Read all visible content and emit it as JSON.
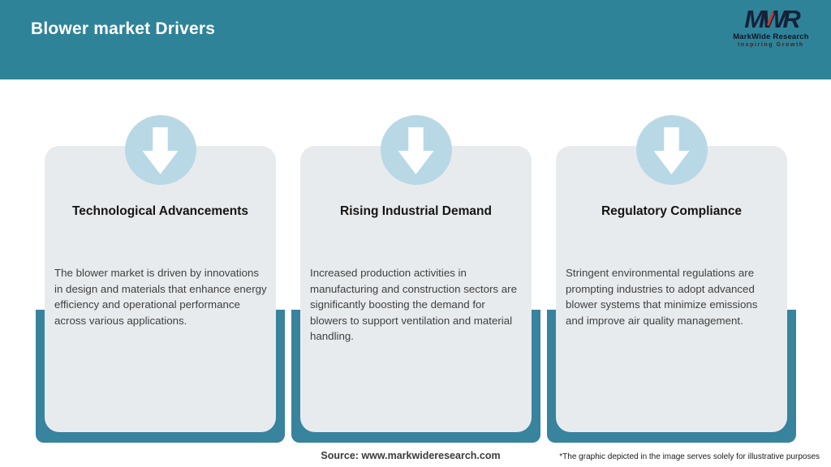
{
  "header": {
    "title": "Blower market Drivers"
  },
  "logo": {
    "monogram": "MWR",
    "name": "MarkWide Research",
    "tagline": "Inspiring Growth"
  },
  "cards": [
    {
      "title": "Technological Advancements",
      "body": "The blower market is driven by innovations in design and materials that enhance energy efficiency and operational performance across various applications."
    },
    {
      "title": "Rising Industrial Demand",
      "body": "Increased production activities in manufacturing and construction sectors are significantly boosting the demand for blowers to support ventilation and material handling."
    },
    {
      "title": "Regulatory Compliance",
      "body": "Stringent environmental regulations are prompting industries to adopt advanced blower systems that minimize emissions and improve air quality management."
    }
  ],
  "footer": {
    "source": "Source: www.markwideresearch.com",
    "note": "*The graphic depicted in the image serves solely for illustrative purposes"
  },
  "colors": {
    "header_bg": "#2e8398",
    "frame_teal": "#38839d",
    "card_bg": "#e8ebed",
    "circle_blue": "#b9d8e5",
    "logo_navy": "#16213a",
    "logo_red": "#c13a2e"
  }
}
